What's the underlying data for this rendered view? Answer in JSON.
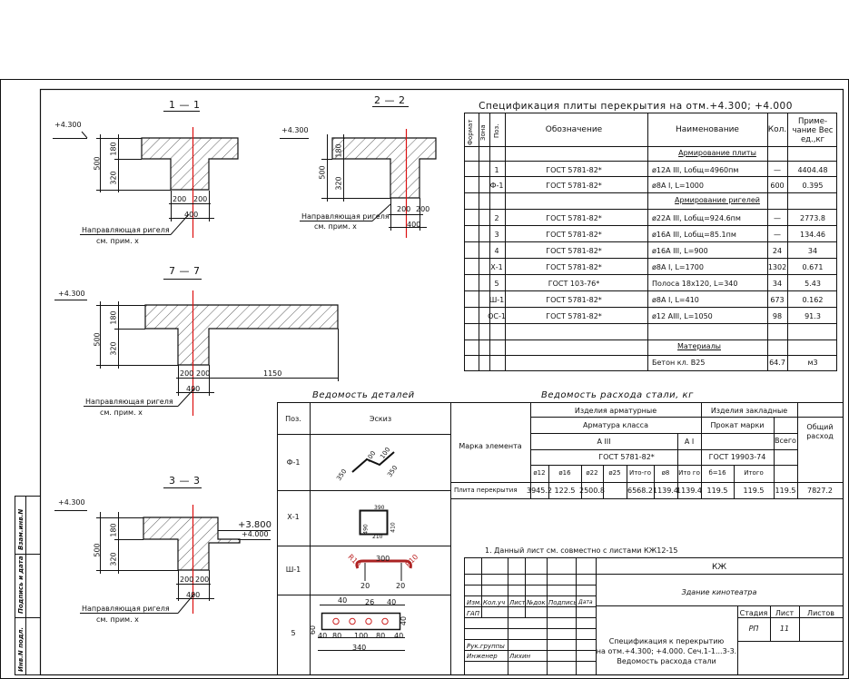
{
  "elevations": {
    "e4300": "+4.300",
    "e3800": "+3.800",
    "e4000": "+4.000"
  },
  "sections": {
    "s11": {
      "title": "1 — 1",
      "h": "500",
      "h1": "180",
      "h2": "320",
      "w1": "200",
      "w2": "200",
      "w": "400",
      "note1": "Направляющая ригеля",
      "note2": "см. прим. х"
    },
    "s22": {
      "title": "2 — 2",
      "h": "500",
      "h1": "180",
      "h2": "320",
      "w1": "200",
      "w2": "200",
      "w": "400",
      "note1": "Направляющая ригеля",
      "note2": "см. прим. х"
    },
    "s77": {
      "title": "7 — 7",
      "h": "500",
      "h1": "180",
      "h2": "320",
      "w1": "200",
      "w2": "200",
      "w3": "1150",
      "w": "400",
      "note1": "Направляющая ригеля",
      "note2": "см. прим. х"
    },
    "s33": {
      "title": "3 — 3",
      "h": "500",
      "h1": "180",
      "h2": "320",
      "w1": "200",
      "w2": "200",
      "w": "400",
      "note1": "Направляющая ригеля",
      "note2": "см. прим. х"
    }
  },
  "spec": {
    "title": "Спецификация плиты перекрытия  на отм.+4.300; +4.000",
    "headers": {
      "format": "Формат",
      "zone": "Зона",
      "pos": "Поз.",
      "designation": "Обозначение",
      "name": "Наименование",
      "qty": "Кол.",
      "note": "Приме-чание Вес ед.,кг"
    },
    "group1": "Армирование плиты",
    "group2": "Армирование ригелей",
    "group3": "Материалы",
    "rows": [
      {
        "pos": "1",
        "des": "ГОСТ 5781-82*",
        "name": "ø12А III, Lобщ=4960пм",
        "qty": "—",
        "w": "4404.48"
      },
      {
        "pos": "Ф-1",
        "des": "ГОСТ 5781-82*",
        "name": "ø8А I, L=1000",
        "qty": "600",
        "w": "0.395"
      },
      {
        "pos": "2",
        "des": "ГОСТ 5781-82*",
        "name": "ø22А III, Lобщ=924.6пм",
        "qty": "—",
        "w": "2773.8"
      },
      {
        "pos": "3",
        "des": "ГОСТ 5781-82*",
        "name": "ø16А III, Lобщ=85.1пм",
        "qty": "—",
        "w": "134.46"
      },
      {
        "pos": "4",
        "des": "ГОСТ 5781-82*",
        "name": "ø16А III, L=900",
        "qty": "24",
        "w": "34"
      },
      {
        "pos": "Х-1",
        "des": "ГОСТ 5781-82*",
        "name": "ø8А I, L=1700",
        "qty": "1302",
        "w": "0.671"
      },
      {
        "pos": "5",
        "des": "ГОСТ 103-76*",
        "name": "Полоса 18х120, L=340",
        "qty": "34",
        "w": "5.43"
      },
      {
        "pos": "Ш-1",
        "des": "ГОСТ 5781-82*",
        "name": "ø8А I, L=410",
        "qty": "673",
        "w": "0.162"
      },
      {
        "pos": "ОС-1",
        "des": "ГОСТ 5781-82*",
        "name": "ø12 АIII, L=1050",
        "qty": "98",
        "w": "91.3"
      }
    ],
    "material": {
      "name": "Бетон кл. В25",
      "qty": "64.7",
      "w": "м3"
    }
  },
  "details": {
    "title": "Ведомость деталей",
    "h_pos": "Поз.",
    "h_sketch": "Эскиз",
    "rows": [
      "Ф-1",
      "Х-1",
      "Ш-1",
      "5"
    ],
    "f1": {
      "a": "100",
      "b": "100",
      "c": "350",
      "d": "350"
    },
    "x1": {
      "a": "390",
      "b": "490",
      "c": "410",
      "d": "210"
    },
    "sh1": {
      "a": "300",
      "b": "R10",
      "c": "R10",
      "d": "20",
      "e": "20"
    },
    "p5": {
      "a": "40",
      "b": "26",
      "c": "40",
      "d": "40",
      "e": "40",
      "f": "80",
      "g": "100",
      "h": "80",
      "i": "40",
      "j": "340",
      "k": "60",
      "l": "40"
    }
  },
  "steel": {
    "title": "Ведомость расхода  стали, кг",
    "h_mark": "Марка элемента",
    "h_rebar": "Изделия арматурные",
    "h_embed": "Изделия закладные",
    "h_class": "Арматура класса",
    "h_rolled": "Прокат марки",
    "h_total_all": "Общий расход",
    "h_a3": "А III",
    "h_a1": "А I",
    "h_gost1": "ГОСТ 5781-82*",
    "h_gost2": "ГОСТ 19903-74",
    "h_total": "Всего",
    "cols": [
      "ø12",
      "ø16",
      "ø22",
      "ø25",
      "Ито-го",
      "ø8",
      "Ито го",
      "б=16",
      "Итого"
    ],
    "row": {
      "mark": "Плита перекрытия",
      "v": [
        "3945.2",
        "122.5",
        "2500.8",
        "",
        "6568.2",
        "1139.4",
        "1139.4",
        "119.5",
        "119.5"
      ],
      "total": "119.5",
      "all": "7827.2"
    }
  },
  "note": "1. Данный лист см. совместно с листами КЖ12-15",
  "stamp": {
    "code": "КЖ",
    "building": "Здание кинотеатра",
    "h": [
      "Изм.",
      "Кол.уч",
      "Лист",
      "№док",
      "Подпись",
      "Дата"
    ],
    "gap": "ГАП",
    "lead": "Рук.группы",
    "eng": "Инженер",
    "eng_name": "Лихин",
    "stage_h": "Стадия",
    "sheet_h": "Лист",
    "sheets_h": "Листов",
    "stage": "РП",
    "sheet": "11",
    "desc1": "Спецификация к перекрытию",
    "desc2": "на отм.+4.300; +4.000. Сеч.1-1...3-3.",
    "desc3": "Ведомость расхода стали"
  },
  "side": {
    "a": "Инв.N подл.",
    "b": "Подпись и дата",
    "c": "Взам.инв.N"
  }
}
